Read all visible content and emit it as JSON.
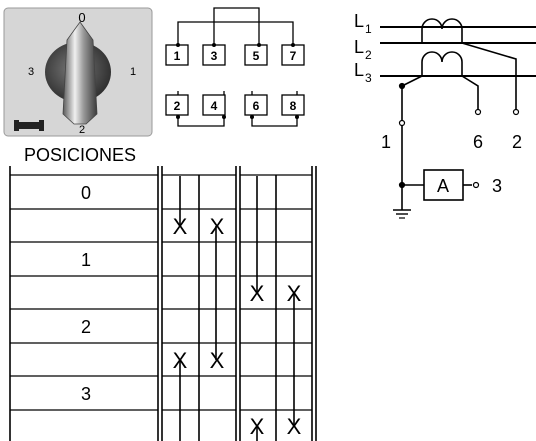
{
  "switch_panel": {
    "positions": [
      "0",
      "1",
      "2",
      "3"
    ],
    "caption": "POSICIONES"
  },
  "contacts": [
    "1",
    "3",
    "5",
    "7",
    "2",
    "4",
    "6",
    "8"
  ],
  "table": {
    "row_labels": [
      "0",
      "",
      "1",
      "",
      "2",
      "",
      "3",
      ""
    ],
    "contact_marks": [
      {
        "row": 1,
        "col": 0,
        "mark": "X"
      },
      {
        "row": 1,
        "col": 1,
        "mark": "X"
      },
      {
        "row": 3,
        "col": 2,
        "mark": "X"
      },
      {
        "row": 3,
        "col": 3,
        "mark": "X"
      },
      {
        "row": 5,
        "col": 0,
        "mark": "X"
      },
      {
        "row": 5,
        "col": 1,
        "mark": "X"
      },
      {
        "row": 7,
        "col": 2,
        "mark": "X"
      },
      {
        "row": 7,
        "col": 3,
        "mark": "X"
      }
    ]
  },
  "circuit": {
    "lines": [
      {
        "letter": "L",
        "sub": "1"
      },
      {
        "letter": "L",
        "sub": "2"
      },
      {
        "letter": "L",
        "sub": "3"
      }
    ],
    "terminals": [
      "1",
      "6",
      "2",
      "3"
    ],
    "ammeter_label": "A"
  }
}
